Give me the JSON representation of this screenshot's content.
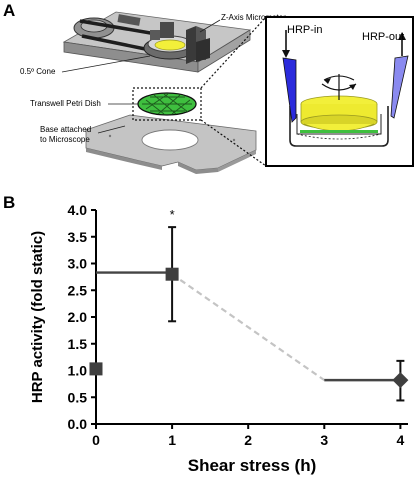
{
  "panel_a": {
    "letter": "A",
    "labels": {
      "micrometer": "Z-Axis Micrometer",
      "cone": "0.5º Cone",
      "dish": "Transwell Petri Dish",
      "base_line1": "Base attached",
      "base_line2": "to Microscope"
    },
    "inset": {
      "inlet": "HRP-in",
      "outlet": "HRP-out"
    },
    "colors": {
      "plate": "#b4b4b4",
      "dark": "#3a3a3a",
      "yellow": "#f2ef3a",
      "green": "#3fbf3f",
      "pipette_blue": "#2b2bdc"
    }
  },
  "panel_b": {
    "letter": "B",
    "annotation": "*"
  },
  "chart_data": {
    "type": "scatter",
    "xlabel": "Shear stress (h)",
    "ylabel": "HRP activity (fold static)",
    "xlim": [
      0,
      4.1
    ],
    "ylim": [
      0,
      4.0
    ],
    "xticks": [
      "0",
      "1",
      "2",
      "3",
      "4"
    ],
    "yticks": [
      "0.0",
      "0.5",
      "1.0",
      "1.5",
      "2.0",
      "2.5",
      "3.0",
      "3.5",
      "4.0"
    ],
    "points": [
      {
        "x": 0,
        "y": 1.03,
        "marker": "square"
      },
      {
        "x": 1,
        "y": 2.8,
        "marker": "square",
        "err_low": 1.92,
        "err_high": 3.68,
        "significance": "*"
      },
      {
        "x": 4,
        "y": 0.82,
        "marker": "diamond",
        "err_low": 0.44,
        "err_high": 1.18
      }
    ],
    "segments": [
      {
        "x0": 0,
        "y0": 2.83,
        "x1": 1,
        "y1": 2.83,
        "style": "solid"
      },
      {
        "x0": 1,
        "y0": 2.8,
        "x1": 3,
        "y1": 0.82,
        "style": "dashed"
      },
      {
        "x0": 3,
        "y0": 0.82,
        "x1": 4,
        "y1": 0.82,
        "style": "solid"
      }
    ],
    "colors": {
      "marker": "#3f3f3f",
      "solid_line": "#444444",
      "dashed_line": "#c4c4c4"
    },
    "grid": false
  }
}
